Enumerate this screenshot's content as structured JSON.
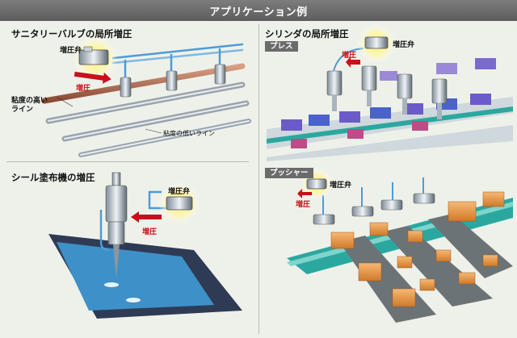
{
  "header": {
    "title": "アプリケーション例"
  },
  "panels": [
    {
      "title": "サニタリーバルブの局所増圧",
      "valve_label": "増圧弁",
      "boost_label": "増圧",
      "high_viscosity_line": "粘度の高い\nライン",
      "low_viscosity_line": "粘度の低いライン"
    },
    {
      "title": "シリンダの局所増圧",
      "tag": "プレス",
      "valve_label": "増圧弁",
      "boost_label": "増圧"
    },
    {
      "title": "シール塗布機の増圧",
      "valve_label": "増圧弁",
      "boost_label": "増圧"
    },
    {
      "tag": "プッシャー",
      "valve_label": "増圧弁",
      "boost_label": "増圧"
    }
  ],
  "colors": {
    "header": "#6b6b6b",
    "boost_arrow": "#c8101a",
    "glow": "#fff27a",
    "background": "#eef1ea"
  }
}
